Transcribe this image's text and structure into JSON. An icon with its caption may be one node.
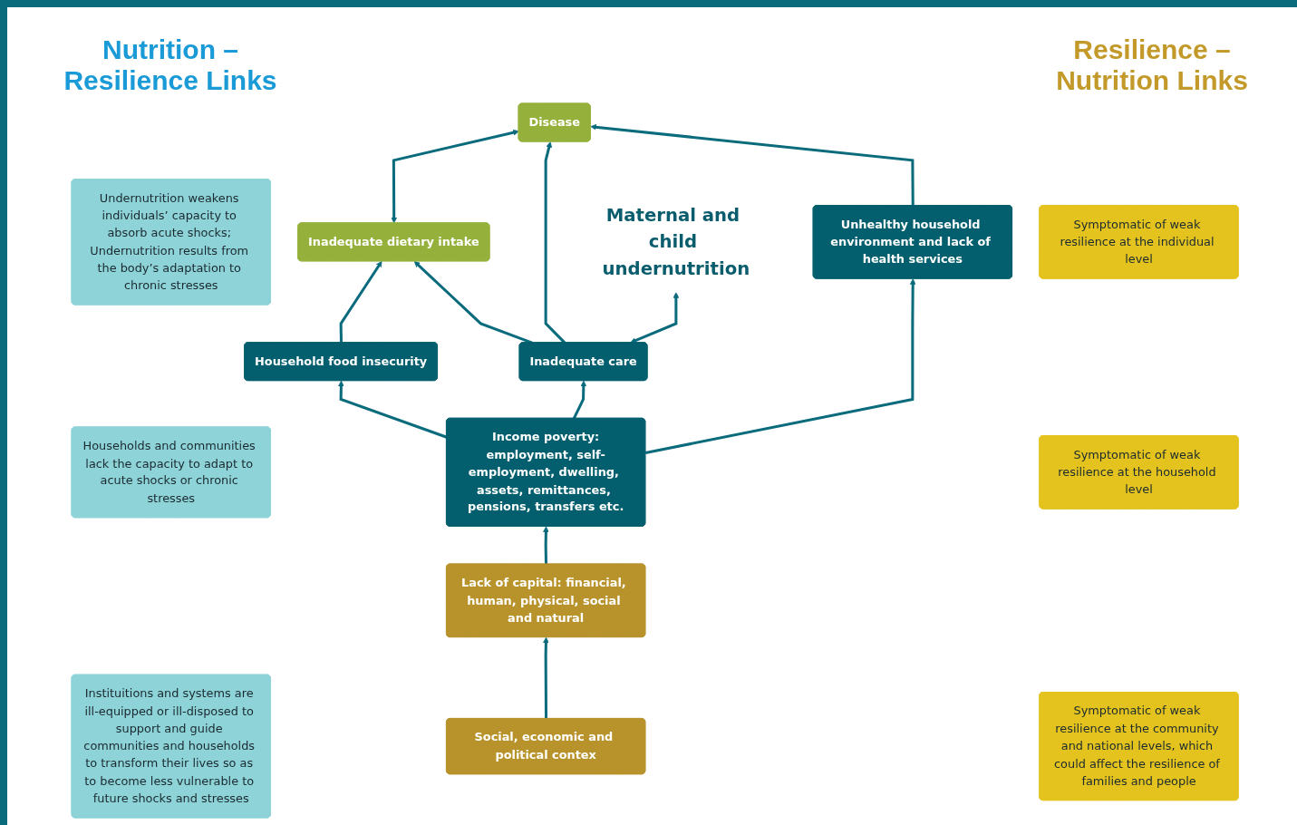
{
  "diagram": {
    "nodes": [
      {
        "text": [
          "Maternal and child undernutrition"
        ]
      },
      {
        "text": [
          "Inadequate dietary intake"
        ]
      },
      {
        "text": [
          "Disease"
        ]
      },
      {
        "text": [
          "Household food insecurity"
        ]
      },
      {
        "text": [
          "Inadequate care"
        ]
      },
      {
        "text": [
          "Unhealthy household environment and lack of health services"
        ]
      },
      {
        "text": [
          "Income poverty:",
          "employment, self-employment, dwelling, assets, remittances, pensions, transfers etc."
        ]
      },
      {
        "text": [
          "Lack of capital: financial, human, physical, social and natural"
        ]
      },
      {
        "text": [
          "Social, economic and political contex"
        ]
      },
      {
        "text": [
          "Undernutrition weakens individuals’ capacity to absorb acute shocks; Undernutrition results from the body’s adaptation to chronic stresses"
        ]
      },
      {
        "text": [
          "Households and communities lack the capacity to adapt to acute shocks or chronic stresses"
        ]
      },
      {
        "text": [
          "Instituitions and systems are ill-equipped or ill-disposed to support and guide communities and households to transform their lives so as to become less vulnerable to future shocks and stresses"
        ]
      },
      {
        "text": [
          "Symptomatic of weak resilience at the individual level"
        ]
      },
      {
        "text": [
          "Symptomatic of weak resilience at the household level"
        ]
      },
      {
        "text": [
          "Symptomatic of weak resilience at the community and national levels, which could affect the resilience of families and people"
        ]
      }
    ],
    "edges": [
      {
        "from": 8,
        "to": 7,
        "arrow": "to"
      },
      {
        "from": 7,
        "to": 6,
        "arrow": "to"
      },
      {
        "from": 6,
        "to": 3,
        "arrow": "to"
      },
      {
        "from": 6,
        "to": 4,
        "arrow": "to"
      },
      {
        "from": 6,
        "to": 5,
        "arrow": "to"
      },
      {
        "from": 3,
        "to": 1,
        "arrow": "to"
      },
      {
        "from": 4,
        "to": 1,
        "arrow": "to"
      },
      {
        "from": 4,
        "to": 2,
        "arrow": "to"
      },
      {
        "from": 5,
        "to": 2,
        "arrow": "to"
      },
      {
        "from": 1,
        "to": 2,
        "arrow": "both"
      },
      {
        "from": 4,
        "to": 0,
        "arrow": "both"
      }
    ],
    "labels": [
      "Nutrition – Resilience Links",
      "Resilience – Nutrition Links"
    ]
  }
}
